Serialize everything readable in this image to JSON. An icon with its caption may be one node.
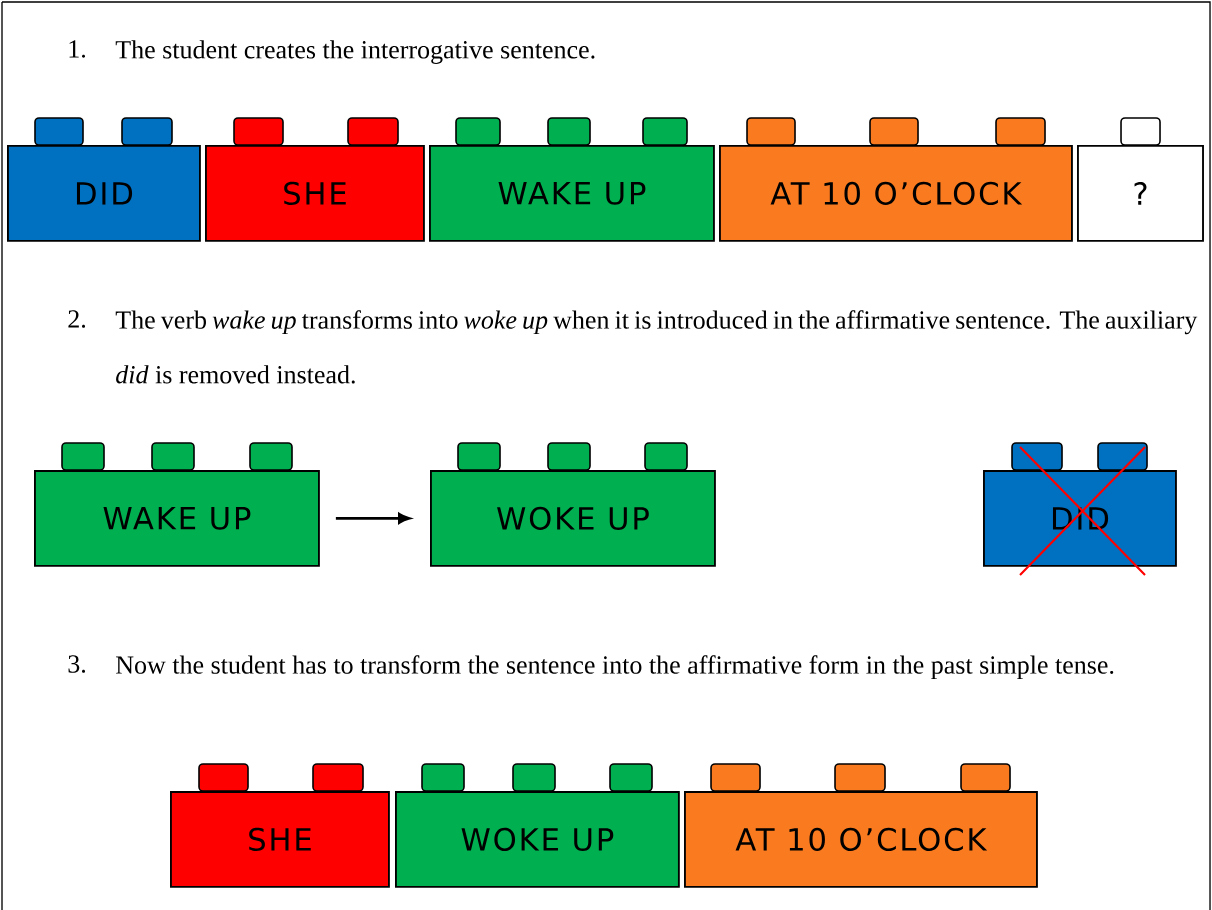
{
  "diagram": {
    "nodes": [
      {
        "text": [
          "DID"
        ]
      },
      {
        "text": [
          "SHE"
        ]
      },
      {
        "text": [
          "WAKE UP"
        ]
      },
      {
        "text": [
          "AT 10 O’CLOCK"
        ]
      },
      {
        "text": [
          "?"
        ]
      },
      {
        "text": [
          "WAKE UP"
        ]
      },
      {
        "text": [
          "WOKE UP"
        ]
      },
      {
        "text": [
          "DID"
        ]
      },
      {
        "text": [
          "SHE"
        ]
      },
      {
        "text": [
          "WOKE UP"
        ]
      },
      {
        "text": [
          "AT 10 O’CLOCK"
        ]
      }
    ],
    "edges": [
      {
        "from": 5,
        "to": 6,
        "arrow": "to"
      }
    ],
    "labels": [
      "1.",
      "The student creates the interrogative sentence.",
      "2.",
      "The verb *wake up* transforms into *woke up* when it is introduced in the affirmative sentence. The auxiliary *did* is removed instead.",
      "3.",
      "Now the student has to transform the sentence into the affirmative form in the past simple tense."
    ]
  }
}
